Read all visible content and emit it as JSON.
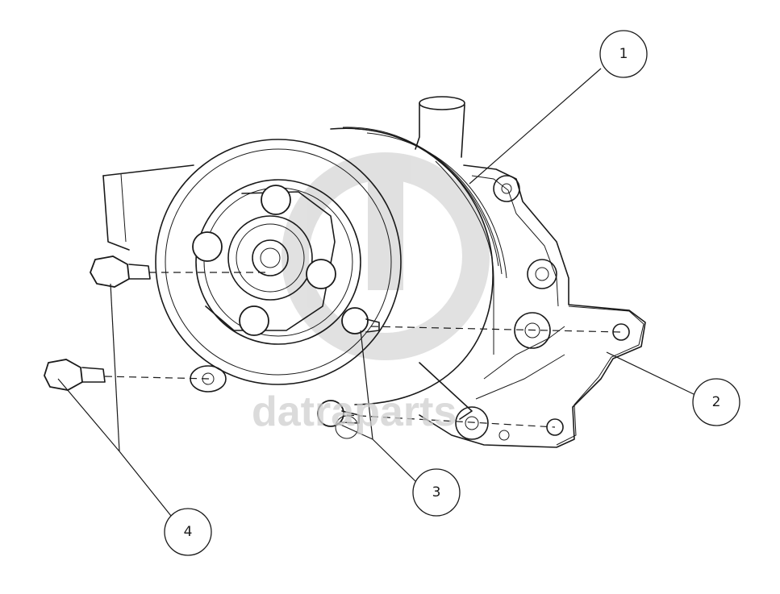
{
  "callouts": [
    {
      "id": "1",
      "label": "1"
    },
    {
      "id": "2",
      "label": "2"
    },
    {
      "id": "3",
      "label": "3"
    },
    {
      "id": "4",
      "label": "4"
    }
  ],
  "watermark": {
    "text": "datraparts"
  },
  "colors": {
    "line": "#1a1a1a",
    "background": "#ffffff",
    "watermark": "#cfcfcf"
  }
}
